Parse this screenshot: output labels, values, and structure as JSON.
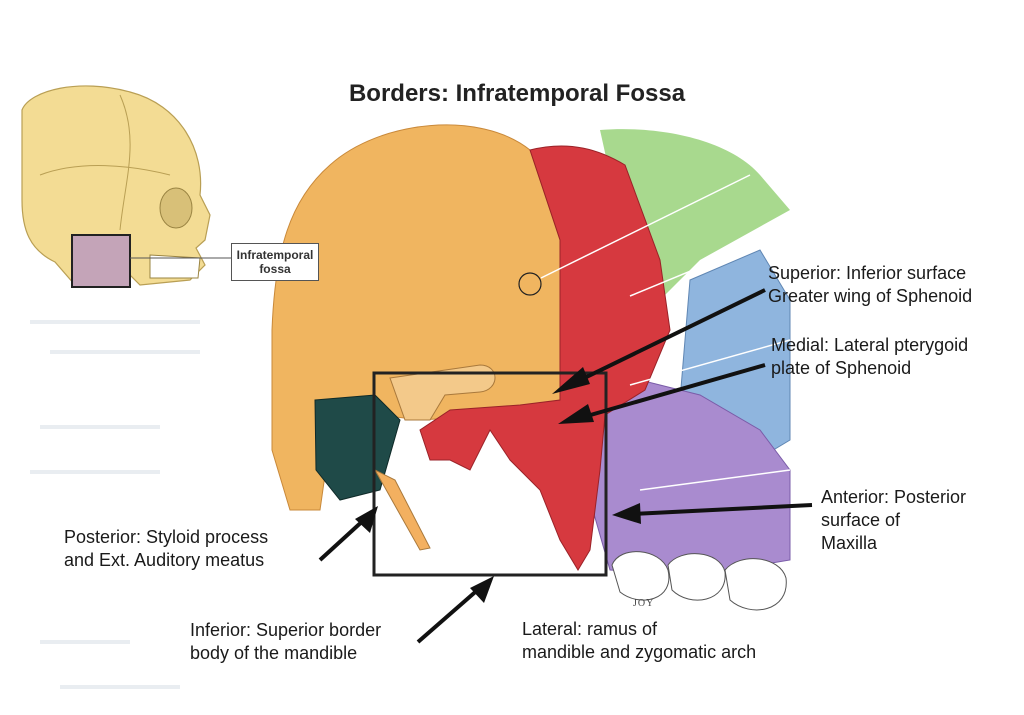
{
  "title": "Borders:  Infratemporal Fossa",
  "inset_label": {
    "line1": "Infratemporal",
    "line2": "fossa"
  },
  "artist_signature": "JOY",
  "labels": {
    "superior": {
      "line1": "Superior: Inferior surface",
      "line2": "Greater wing of Sphenoid"
    },
    "medial": {
      "line1": "Medial:  Lateral pterygoid",
      "line2": "plate of Sphenoid"
    },
    "anterior": {
      "line1": "Anterior: Posterior",
      "line2": "surface of",
      "line3": "Maxilla"
    },
    "posterior": {
      "line1": "Posterior:  Styloid process",
      "line2": "and Ext. Auditory meatus"
    },
    "inferior": {
      "line1": "Inferior: Superior border",
      "line2": "body of the mandible"
    },
    "lateral": {
      "line1": "Lateral: ramus of",
      "line2": "mandible and zygomatic arch"
    }
  },
  "colors": {
    "temporal_bone": "#f0b560",
    "sphenoid_wing": "#d6393f",
    "frontal_bone": "#a8d98e",
    "maxilla_blue": "#8fb5de",
    "palatine_purple": "#a98bcf",
    "skull": "#f3dc94",
    "arrow": "#111111",
    "inset_arrow": "#c9cce8"
  }
}
